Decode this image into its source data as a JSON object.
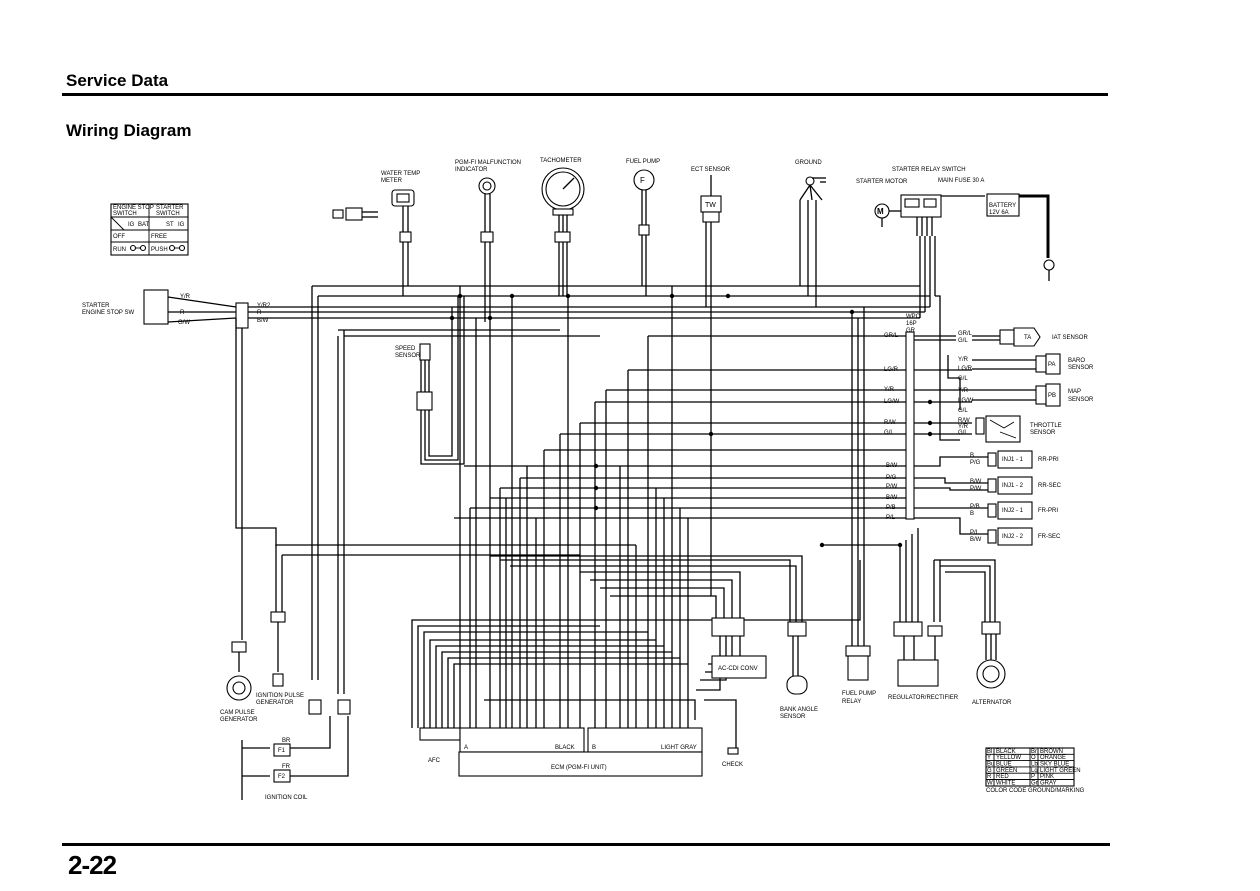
{
  "header": {
    "section": "Service Data",
    "title": "Wiring Diagram"
  },
  "page_number": "2-22",
  "switch_table": {
    "col1": [
      "ENGINE STOP",
      "SWITCH"
    ],
    "col2": [
      "STARTER",
      "SWITCH"
    ],
    "row1": [
      "IG",
      "BAT",
      "ST",
      "IG"
    ],
    "row2": [
      "OFF",
      "FREE"
    ],
    "row3": [
      "RUN",
      "PUSH"
    ]
  },
  "components": {
    "water_temp_meter": [
      "WATER TEMP",
      "METER"
    ],
    "pgm_fi_indicator": [
      "PGM-FI MALFUNCTION",
      "INDICATOR"
    ],
    "tachometer": "TACHOMETER",
    "fuel_pump": "FUEL PUMP",
    "ect_sensor": "ECT SENSOR",
    "ect_symbol": "TW",
    "ground": "GROUND",
    "starter_relay_switch": "STARTER RELAY SWITCH",
    "starter_motor": "STARTER MOTOR",
    "main_fuse": "MAIN FUSE 30 A",
    "battery": [
      "BATTERY",
      "12V 6A"
    ],
    "starter_engine_stop_sw": [
      "STARTER",
      "ENGINE STOP SW"
    ],
    "speed_sensor": [
      "SPEED",
      "SENSOR"
    ],
    "iat_sensor": "IAT SENSOR",
    "baro_sensor": [
      "BARO",
      "SENSOR"
    ],
    "map_sensor": [
      "MAP",
      "SENSOR"
    ],
    "throttle_sensor": [
      "THROTTLE",
      "SENSOR"
    ],
    "injectors": [
      {
        "code": "INJ1 - 1",
        "label": "RR-PRI"
      },
      {
        "code": "INJ1 - 2",
        "label": "RR-SEC"
      },
      {
        "code": "INJ2 - 1",
        "label": "FR-PRI"
      },
      {
        "code": "INJ2 - 2",
        "label": "FR-SEC"
      }
    ],
    "ac_cdi": "AC-CDI CONV",
    "bank_angle_sensor": [
      "BANK ANGLE",
      "SENSOR"
    ],
    "fuel_pump_relay": [
      "FUEL PUMP",
      "RELAY"
    ],
    "regulator_rectifier": "REGULATOR/RECTIFIER",
    "alternator": "ALTERNATOR",
    "ignition_pulse_generator": [
      "IGNITION PULSE",
      "GENERATOR"
    ],
    "cam_pulse_generator": [
      "CAM PULSE",
      "GENERATOR"
    ],
    "ignition_coil": "IGNITION COIL",
    "coils": [
      {
        "wire": "BR",
        "code": "F1"
      },
      {
        "wire": "FR",
        "code": "F2"
      }
    ],
    "afc": "AFC",
    "ecm": "ECM (PGM-FI UNIT)",
    "ecm_a": "A",
    "ecm_a_color": "BLACK",
    "ecm_b": "B",
    "ecm_b_color": "LIGHT GRAY",
    "check": "CHECK",
    "wpc_16p": [
      "WPC",
      "16P",
      "GR"
    ]
  },
  "wire_labels": {
    "stop_sw": [
      "Y/R",
      "R",
      "G/W"
    ],
    "stop_sw_conn": [
      "Y/R2",
      "R",
      "B/W"
    ],
    "sensor_bus": [
      "GR/L",
      "LG/R",
      "Y/R",
      "LG/W",
      "R/W",
      "G/L"
    ],
    "iat": [
      "GR/L",
      "G/L"
    ],
    "baro_map": [
      "Y/R",
      "LG/R",
      "G/L",
      "Y/R",
      "LG/W",
      "G/L"
    ],
    "throttle": [
      "R/W",
      "Y/R",
      "G/L"
    ],
    "injector_bus": [
      "B/W",
      "P/G",
      "P/W",
      "B/W",
      "P/B",
      "P/L"
    ],
    "injector_pairs": [
      "B",
      "P/G",
      "B/W",
      "P/W",
      "P/B",
      "B",
      "P/L",
      "B/W"
    ]
  },
  "color_code": {
    "rows": [
      [
        "Bl",
        "BLACK",
        "Br",
        "BROWN"
      ],
      [
        "Y",
        "YELLOW",
        "O",
        "ORANGE"
      ],
      [
        "Bu",
        "BLUE",
        "Lb",
        "SKY BLUE"
      ],
      [
        "G",
        "GREEN",
        "Lg",
        "LIGHT GREEN"
      ],
      [
        "R",
        "RED",
        "P",
        "PINK"
      ],
      [
        "W",
        "WHITE",
        "Gr",
        "GRAY"
      ]
    ],
    "caption": "COLOR CODE   GROUND/MARKING"
  }
}
